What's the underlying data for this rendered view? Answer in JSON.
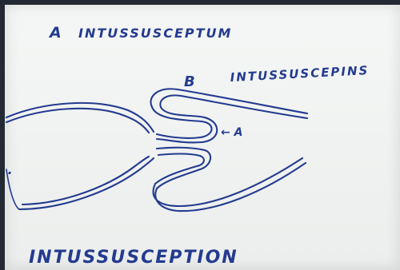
{
  "labels": {
    "a_prefix": "A",
    "intussusceptum": "INTUSSUSCEPTUM",
    "b_prefix": "B",
    "intussuscepiens": "INTUSSUSCEPINS",
    "arrow_a": "← A",
    "stray_mark": "·",
    "bottom_title": "INTUSSUSCEPTION"
  },
  "colors": {
    "ink": "#243b8f",
    "paper": "#f2f4f3",
    "background": "#242a33"
  }
}
